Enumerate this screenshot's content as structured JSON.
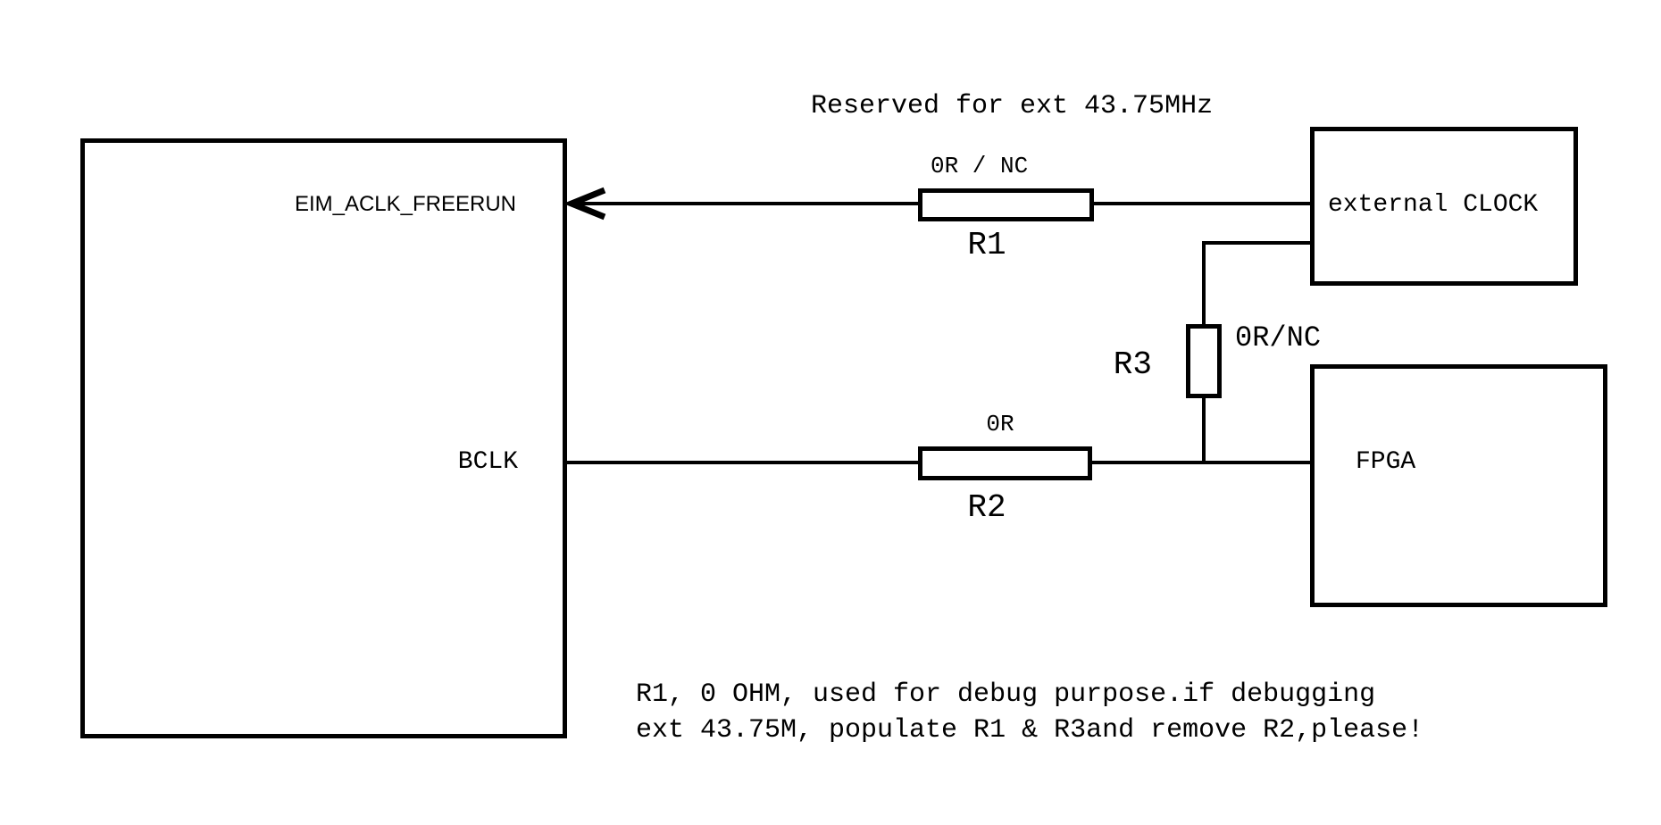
{
  "diagram": {
    "title": "Reserved for ext 43.75MHz",
    "colors": {
      "ink": "#000000",
      "background": "#ffffff"
    },
    "blocks": {
      "main": {
        "pin_aclk": "EIM_ACLK_FREERUN",
        "pin_bclk": "BCLK"
      },
      "external_clock": {
        "label": "external CLOCK"
      },
      "fpga": {
        "label": "FPGA"
      }
    },
    "resistors": {
      "r1": {
        "name": "R1",
        "note": "0R / NC"
      },
      "r2": {
        "name": "R2",
        "note": "0R"
      },
      "r3": {
        "name": "R3",
        "note": "0R/NC"
      }
    },
    "note": {
      "line1": "R1, 0 OHM, used for debug purpose.if debugging",
      "line2": "ext 43.75M, populate R1 & R3and remove R2,please!"
    }
  }
}
